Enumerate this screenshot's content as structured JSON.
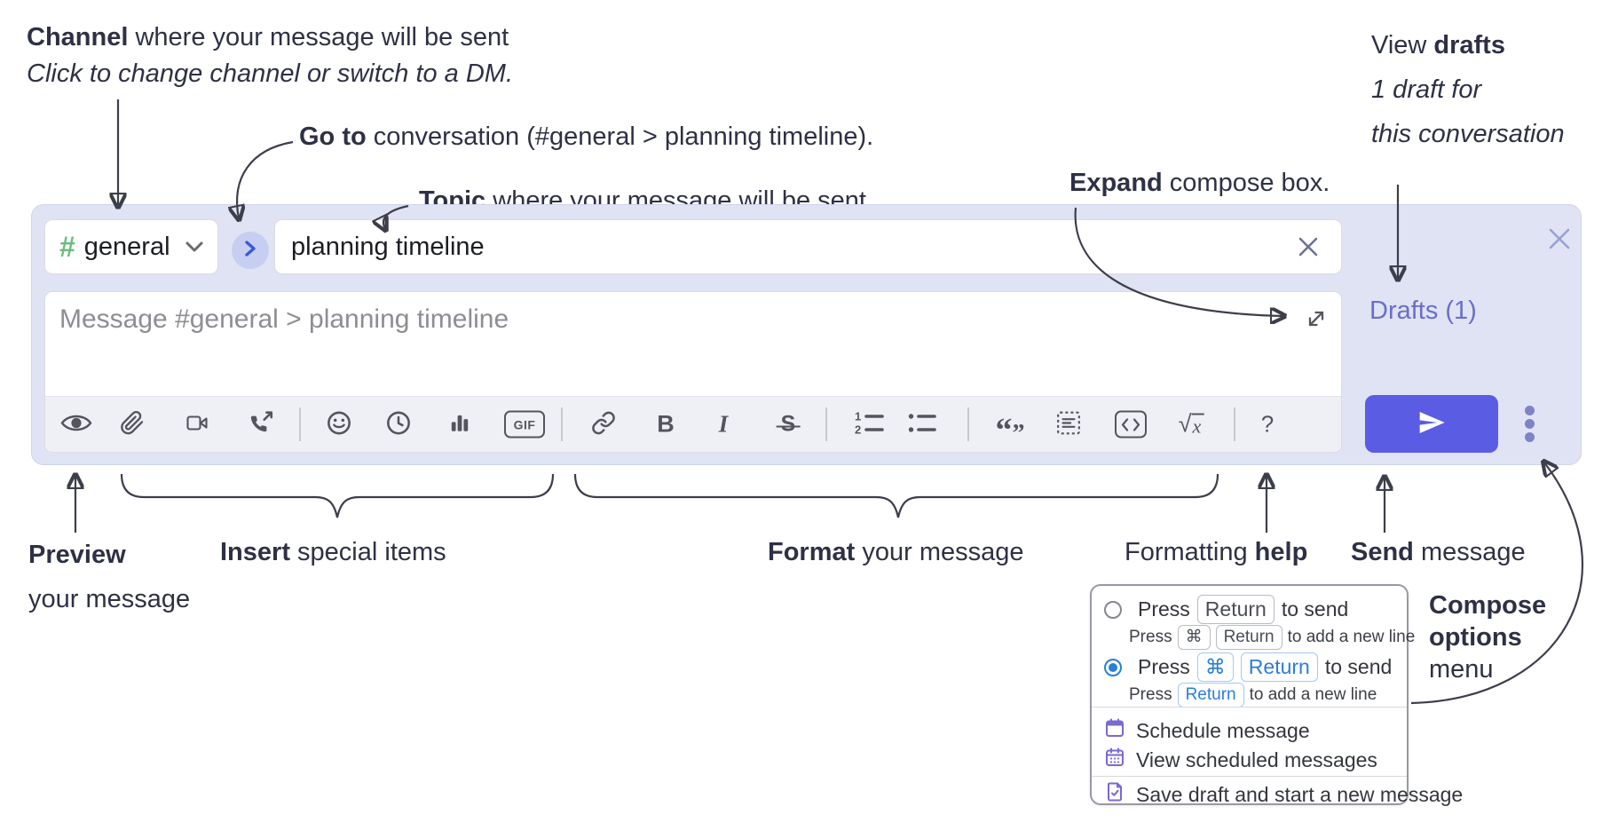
{
  "annotations": {
    "channel": {
      "lead": "Channel",
      "rest": " where your message will be sent",
      "line2": "Click to change channel or switch to a DM."
    },
    "go_to": {
      "lead": "Go to",
      "rest": " conversation (#general > planning timeline)."
    },
    "topic": {
      "lead": "Topic",
      "rest": " where your message will be sent"
    },
    "expand": {
      "lead": "Expand",
      "rest": " compose box."
    },
    "view_drafts": {
      "line1_pre": "View ",
      "line1_bold": "drafts",
      "line2": "1 draft for",
      "line3": "this conversation"
    },
    "preview": {
      "lead": "Preview",
      "line2": "your message"
    },
    "insert": {
      "lead": "Insert",
      "rest": " special items"
    },
    "format": {
      "lead": "Format",
      "rest": " your message"
    },
    "formatting_help": {
      "pre": "Formatting ",
      "bold": "help"
    },
    "send": {
      "lead": "Send",
      "rest": " message"
    },
    "compose_options": {
      "line1": "Compose",
      "line2": "options",
      "line3": "menu"
    }
  },
  "composer": {
    "channel": {
      "hash": "#",
      "name": "general"
    },
    "topic_value": "planning timeline",
    "message_placeholder": "Message #general > planning timeline",
    "drafts_link": "Drafts (1)",
    "toolbar": {
      "gif": "GIF",
      "bold": "B",
      "italic": "I",
      "strike": "S",
      "ol_1": "1",
      "ol_2": "2",
      "quote_open": "“",
      "quote_close": "”",
      "formula_sqrt": "√",
      "formula_x": "x",
      "help": "?"
    },
    "toolbar_icon_names": [
      "preview-eye-icon",
      "paperclip-icon",
      "video-camera-icon",
      "phone-call-icon",
      "emoji-smiley-icon",
      "clock-icon",
      "poll-bars-icon",
      "gif-icon",
      "link-icon",
      "bold-icon",
      "italic-icon",
      "strikethrough-icon",
      "ordered-list-icon",
      "bulleted-list-icon",
      "blockquote-icon",
      "code-block-icon",
      "inline-code-icon",
      "formula-icon",
      "help-icon",
      "send-plane-icon",
      "kebab-dots-icon",
      "expand-icon",
      "close-x-icon",
      "clear-x-icon",
      "chevron-down-icon",
      "goto-chevron-icon"
    ]
  },
  "popup": {
    "option_return": {
      "press": "Press",
      "key_return": "Return",
      "suffix": "to send"
    },
    "option_return_sub": {
      "press": "Press",
      "key_cmd": "⌘",
      "key_return": "Return",
      "suffix": "to add a new line"
    },
    "option_cmd_return": {
      "press": "Press",
      "key_cmd": "⌘",
      "key_return": "Return",
      "suffix": "to send"
    },
    "option_cmd_return_sub": {
      "press": "Press",
      "key_return": "Return",
      "suffix": "to add a new line"
    },
    "schedule_message": "Schedule message",
    "view_scheduled_messages": "View scheduled messages",
    "save_draft": "Save draft and start a new message"
  },
  "colors": {
    "panel": "#e0e3f3",
    "send_button": "#5a5ce4",
    "hash_green": "#67be7d",
    "drafts_link": "#6a6ec9",
    "radio_selected": "#2680d9",
    "keycap_blue": "#2b7dd9",
    "menu_icon_purple": "#7b68d1",
    "toolbar_icon": "#54555c",
    "annotation_text": "#2e3145"
  }
}
